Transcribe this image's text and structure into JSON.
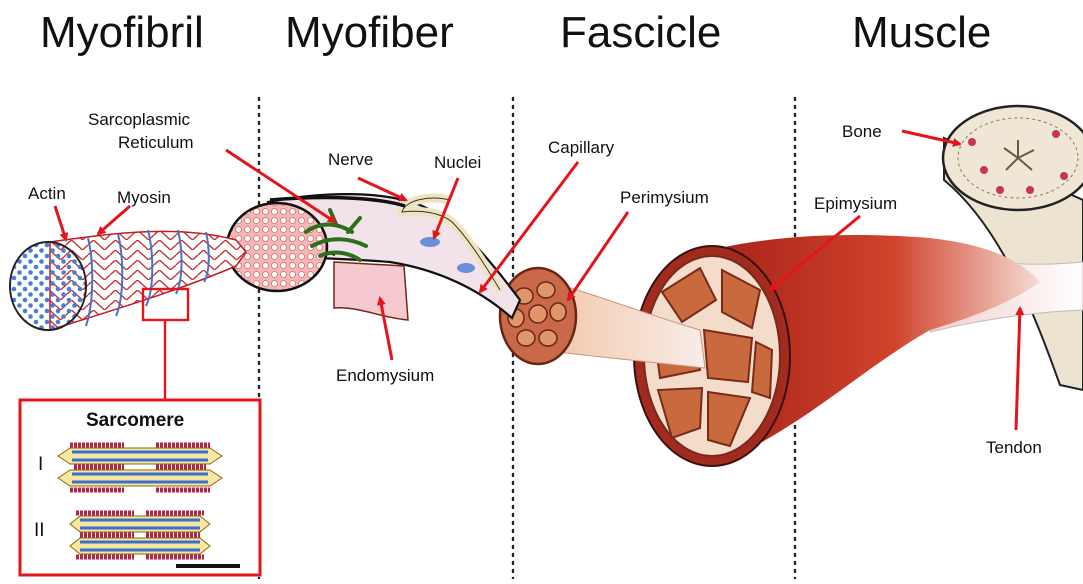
{
  "headings": {
    "myofibril": "Myofibril",
    "myofiber": "Myofiber",
    "fascicle": "Fascicle",
    "muscle": "Muscle"
  },
  "labels": {
    "actin": "Actin",
    "myosin": "Myosin",
    "sarcoplasmic_line1": "Sarcoplasmic",
    "sarcoplasmic_line2": "Reticulum",
    "nerve": "Nerve",
    "nuclei": "Nuclei",
    "capillary": "Capillary",
    "perimysium": "Perimysium",
    "endomysium": "Endomysium",
    "bone": "Bone",
    "epimysium": "Epimysium",
    "tendon": "Tendon"
  },
  "inset": {
    "title": "Sarcomere",
    "state_1": "I",
    "state_2": "II"
  },
  "colors": {
    "arrow": "#e3151b",
    "muscle": "#c0301f",
    "tissue": "#f3c2b8",
    "actin": "#3f77c7",
    "myosin_grid": "#c21b24",
    "nerve_green": "#2e6f1e",
    "bone": "#efe8d8"
  }
}
